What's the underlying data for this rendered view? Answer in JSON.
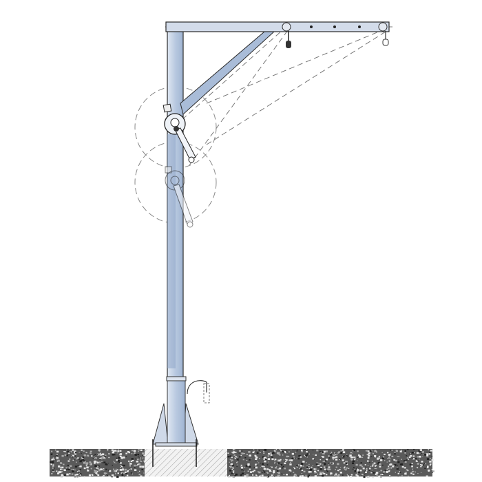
{
  "diagram": {
    "subject": "jib-crane-with-winch",
    "components": [
      "mast",
      "boom",
      "diagonal-brace",
      "winch",
      "winch-alternate-position",
      "pulley-block",
      "end-pulley",
      "base-sleeve",
      "anchor-bolts",
      "concrete-foundation",
      "gravel-ground"
    ],
    "colors": {
      "steel": "#c3cfe2",
      "steel_dark": "#8ea6c8",
      "outline": "#2a2a2a",
      "gravel": "#5a5a5a",
      "dashed": "#777777"
    }
  }
}
